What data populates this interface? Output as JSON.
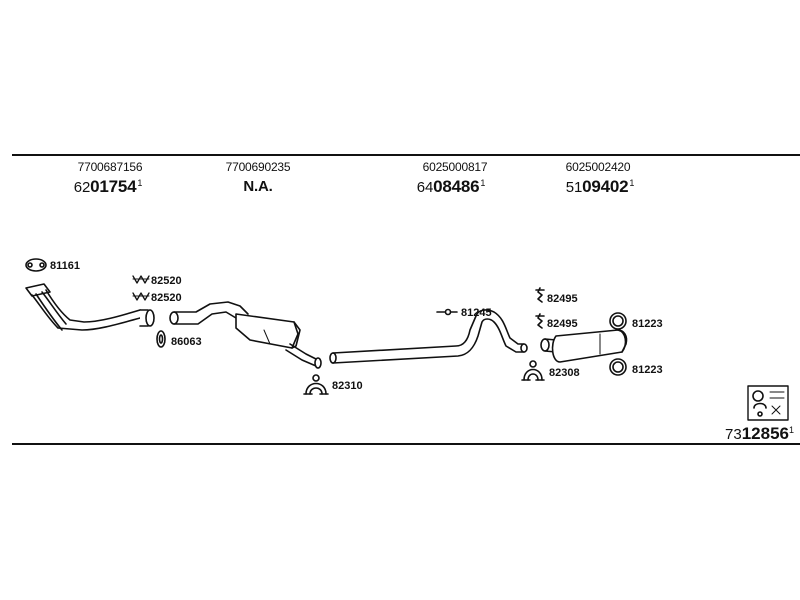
{
  "header": {
    "columns": [
      {
        "oe": "7700687156",
        "prefix": "62",
        "main": "01754",
        "suffix": "1"
      },
      {
        "oe": "7700690235",
        "na": "N.A."
      },
      {
        "oe": "6025000817",
        "prefix": "64",
        "main": "08486",
        "suffix": "1"
      },
      {
        "oe": "6025002420",
        "prefix": "51",
        "main": "09402",
        "suffix": "1"
      }
    ]
  },
  "parts": {
    "p81161": "81161",
    "p82520a": "82520",
    "p82520b": "82520",
    "p86063": "86063",
    "p82310": "82310",
    "p81245": "81245",
    "p82495a": "82495",
    "p82495b": "82495",
    "p82308": "82308",
    "p81223a": "81223",
    "p81223b": "81223"
  },
  "kit": {
    "prefix": "73",
    "main": "12856",
    "suffix": "1"
  }
}
